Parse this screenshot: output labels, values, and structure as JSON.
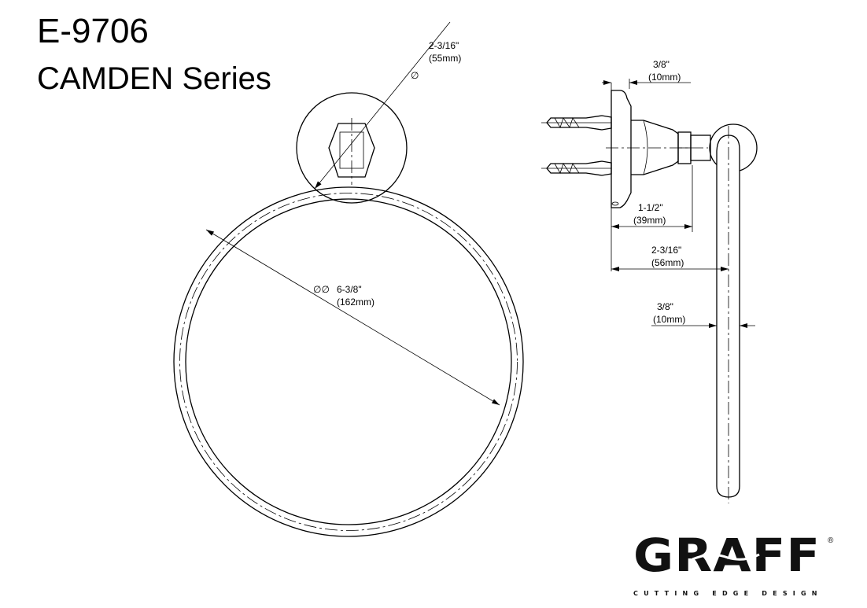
{
  "header": {
    "model": "E-9706",
    "series": "CAMDEN Series"
  },
  "front_view": {
    "mount_diameter": {
      "symbol": "∅",
      "imperial": "2-3/16\"",
      "metric": "(55mm)"
    },
    "ring_diameter": {
      "symbol": "∅∅",
      "imperial": "6-3/8\"",
      "metric": "(162mm)"
    }
  },
  "side_view": {
    "plate_thickness": {
      "imperial": "3/8\"",
      "metric": "(10mm)"
    },
    "projection_to_nut": {
      "imperial": "1-1/2\"",
      "metric": "(39mm)"
    },
    "projection_to_ring": {
      "imperial": "2-3/16\"",
      "metric": "(56mm)"
    },
    "ring_thickness": {
      "imperial": "3/8\"",
      "metric": "(10mm)"
    }
  },
  "logo": {
    "brand": "GRAFF",
    "tagline": "CUTTING EDGE DESIGN",
    "mark": "®"
  }
}
